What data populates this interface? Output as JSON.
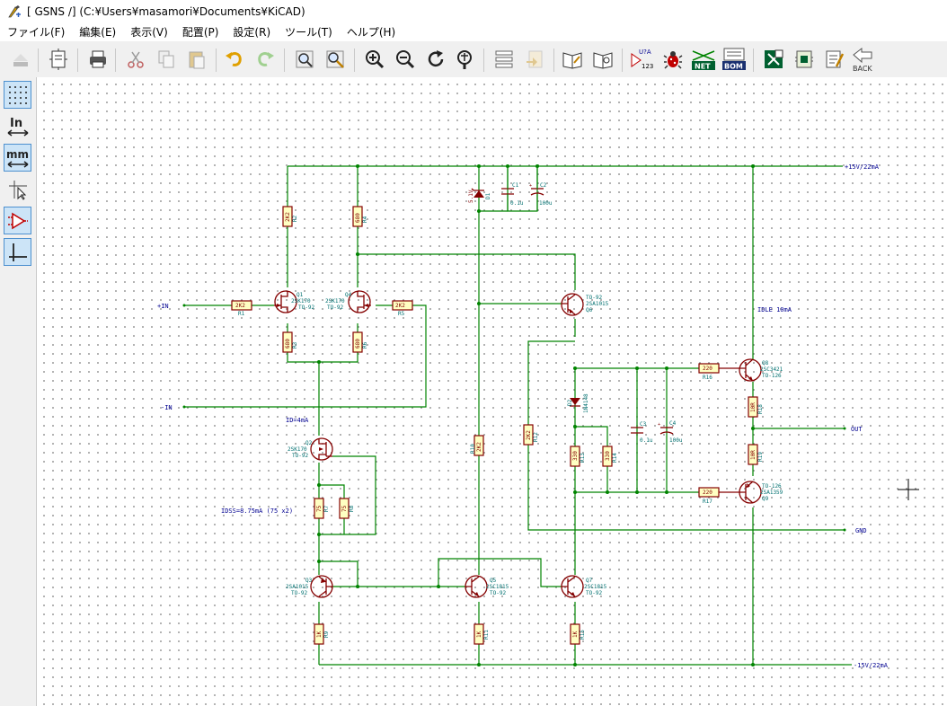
{
  "window": {
    "title": "[ GSNS /] (C:¥Users¥masamori¥Documents¥KiCAD)"
  },
  "menu": [
    {
      "key": "file",
      "label": "ファイル(F)"
    },
    {
      "key": "edit",
      "label": "編集(E)"
    },
    {
      "key": "view",
      "label": "表示(V)"
    },
    {
      "key": "place",
      "label": "配置(P)"
    },
    {
      "key": "settings",
      "label": "設定(R)"
    },
    {
      "key": "tools",
      "label": "ツール(T)"
    },
    {
      "key": "help",
      "label": "ヘルプ(H)"
    }
  ],
  "toolbar": {
    "annotate_label_top": "U?A",
    "annotate_label_bottom": "123",
    "netlist_label": "NET",
    "bom_label": "BOM",
    "back_label": "BACK"
  },
  "left_toolbar": {
    "units_in": "In",
    "units_mm": "mm"
  },
  "schematic": {
    "ports": {
      "vplus": "+15V/22mA",
      "vminus": "-15V/22mA",
      "in_plus": "+IN",
      "in_minus": "-IN",
      "out": "OUT",
      "gnd": "GND"
    },
    "notes": {
      "idle": "IDLE 10mA",
      "id": "ID=4mA",
      "idss": "IDSS=8.75mA (75 x2)"
    },
    "components": {
      "q1": {
        "ref": "Q1",
        "type": "2SK170",
        "pkg": "TO-92"
      },
      "q4": {
        "ref": "Q4",
        "type": "2SK170",
        "pkg": "TO-92"
      },
      "q2": {
        "ref": "Q2",
        "type": "2SK170",
        "pkg": "TO-92"
      },
      "q3": {
        "ref": "Q3",
        "type": "2SA1015",
        "pkg": "TO-92"
      },
      "q5": {
        "ref": "Q5",
        "type": "2SC1815",
        "pkg": "TO-92"
      },
      "q6": {
        "ref": "Q6",
        "type": "2SA1015",
        "pkg": "TO-92"
      },
      "q7": {
        "ref": "Q7",
        "type": "2SC1815",
        "pkg": "TO-92"
      },
      "q8": {
        "ref": "Q8",
        "type": "2SC3421",
        "pkg": "TO-126"
      },
      "q9": {
        "ref": "Q9",
        "type": "2SA1359",
        "pkg": "TO-126"
      },
      "c1": {
        "ref": "C1",
        "val": "0.1u"
      },
      "c2": {
        "ref": "C2",
        "val": "100u"
      },
      "c3": {
        "ref": "C3",
        "val": "0.1u"
      },
      "c4": {
        "ref": "C4",
        "val": "100u"
      },
      "d1": {
        "ref": "D1",
        "val": "5.1V"
      },
      "d2": {
        "ref": "D2",
        "val": "1N4148"
      },
      "r1": {
        "ref": "R1",
        "val": "2K2"
      },
      "r2": {
        "ref": "R2",
        "val": "2K2"
      },
      "r3": {
        "ref": "R3",
        "val": "680"
      },
      "r4": {
        "ref": "R4",
        "val": "680"
      },
      "r5": {
        "ref": "R5",
        "val": "2K2"
      },
      "r6": {
        "ref": "R6",
        "val": "680"
      },
      "r7": {
        "ref": "R7",
        "val": "75"
      },
      "r8": {
        "ref": "R8",
        "val": "75"
      },
      "r9": {
        "ref": "R9",
        "val": "1K"
      },
      "r10": {
        "ref": "R10",
        "val": "2K2"
      },
      "r11": {
        "ref": "R11",
        "val": "1K"
      },
      "r12": {
        "ref": "R12",
        "val": "2K2"
      },
      "r13": {
        "ref": "R13",
        "val": "330"
      },
      "r14": {
        "ref": "R14",
        "val": "330"
      },
      "r15": {
        "ref": "R15",
        "val": "1K"
      },
      "r16": {
        "ref": "R16",
        "val": "220"
      },
      "r17": {
        "ref": "R17",
        "val": "220"
      },
      "r18": {
        "ref": "R18",
        "val": "10R"
      },
      "r19": {
        "ref": "R19",
        "val": "10R"
      }
    }
  }
}
